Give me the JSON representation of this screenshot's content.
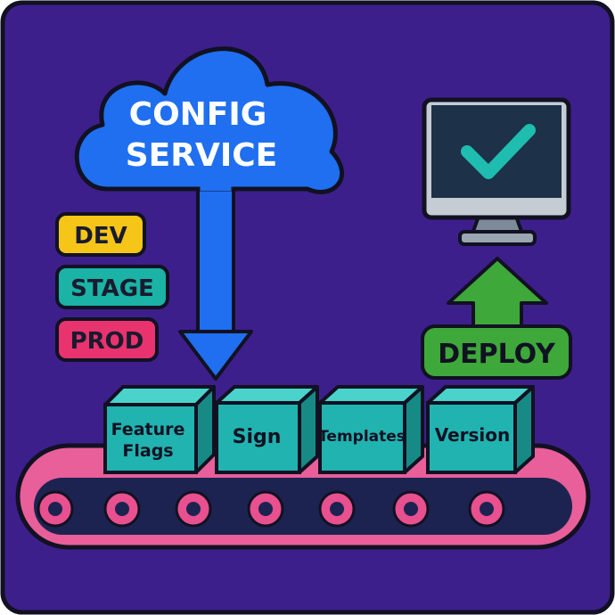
{
  "cloud": {
    "line1": "CONFIG",
    "line2": "SERVICE"
  },
  "environments": [
    {
      "label": "DEV",
      "color": "#f5c518"
    },
    {
      "label": "STAGE",
      "color": "#1ab3a6"
    },
    {
      "label": "PROD",
      "color": "#e8336f"
    }
  ],
  "deploy": {
    "label": "DEPLOY",
    "color": "#3ea83a"
  },
  "boxes": [
    {
      "line1": "Feature",
      "line2": "Flags"
    },
    {
      "line1": "Sign",
      "line2": ""
    },
    {
      "line1": "Templates",
      "line2": ""
    },
    {
      "line1": "Version",
      "line2": ""
    }
  ],
  "colors": {
    "background": "#3d1f8c",
    "cloud": "#1f6ff0",
    "box_front": "#21b3b0",
    "belt": "#e85f9a",
    "belt_inner": "#1d2350",
    "monitor_screen": "#1d3148",
    "checkmark": "#1fbcb0",
    "outline": "#111122"
  }
}
